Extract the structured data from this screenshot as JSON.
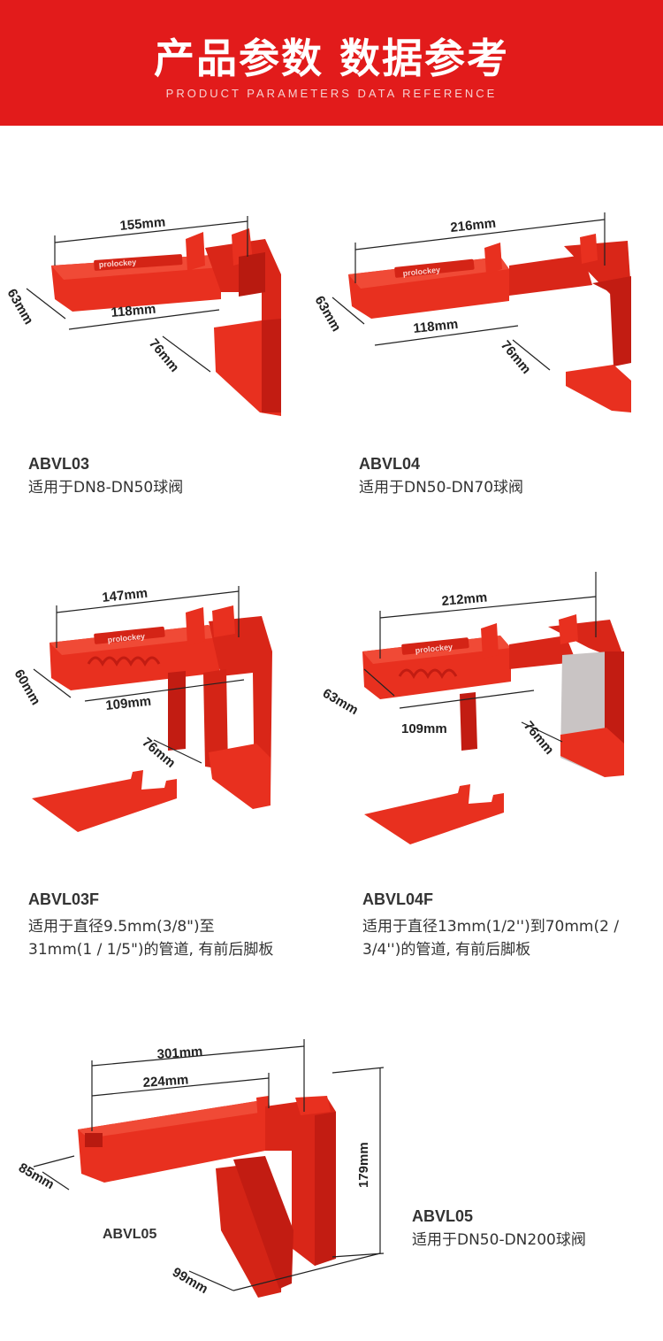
{
  "header": {
    "title": "产品参数 数据参考",
    "subtitle": "PRODUCT PARAMETERS DATA REFERENCE"
  },
  "brand_mark": "prolockey",
  "colors": {
    "banner": "#e21b1b",
    "product_red": "#e8301f",
    "product_dark": "#c21c12"
  },
  "products": [
    {
      "code": "ABVL03",
      "desc": "适用于DN8-DN50球阀",
      "dims": {
        "length": "155mm",
        "inner": "118mm",
        "width": "63mm",
        "depth": "76mm"
      }
    },
    {
      "code": "ABVL04",
      "desc": "适用于DN50-DN70球阀",
      "dims": {
        "length": "216mm",
        "inner": "118mm",
        "width": "63mm",
        "depth": "76mm"
      }
    },
    {
      "code": "ABVL03F",
      "desc_line1": "适用于直径9.5mm(3/8\")至",
      "desc_line2": "31mm(1 / 1/5\")的管道, 有前后脚板",
      "dims": {
        "length": "147mm",
        "inner": "109mm",
        "width": "60mm",
        "depth": "76mm"
      }
    },
    {
      "code": "ABVL04F",
      "desc_line1": "适用于直径13mm(1/2'')到70mm(2 /",
      "desc_line2": "3/4'')的管道, 有前后脚板",
      "dims": {
        "length": "212mm",
        "inner": "109mm",
        "width": "63mm",
        "depth": "76mm"
      }
    },
    {
      "code": "ABVL05",
      "image_label": "ABVL05",
      "desc": "适用于DN50-DN200球阀",
      "dims": {
        "length": "301mm",
        "inner": "224mm",
        "width": "85mm",
        "height": "179mm",
        "depth": "99mm"
      }
    }
  ]
}
